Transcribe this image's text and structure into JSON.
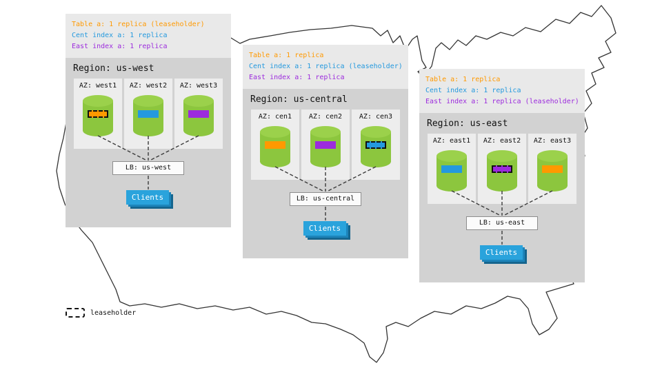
{
  "colors": {
    "orange": "#ff9900",
    "blue": "#2499de",
    "purple": "#9c2bdd",
    "green": "#8cc63e",
    "green_light": "#9bd14b",
    "clients_blue": "#2aa3dc"
  },
  "legend": {
    "label": "leaseholder"
  },
  "regions": [
    {
      "title": "Region: us-west",
      "replicas": [
        {
          "text": "Table a: 1 replica (leaseholder)",
          "color": "orange"
        },
        {
          "text": "Cent index a: 1 replica",
          "color": "blue"
        },
        {
          "text": "East index a: 1 replica",
          "color": "purple"
        }
      ],
      "azs": [
        {
          "label": "AZ: west1",
          "bar": "orange",
          "leaseholder": true
        },
        {
          "label": "AZ: west2",
          "bar": "blue",
          "leaseholder": false
        },
        {
          "label": "AZ: west3",
          "bar": "purple",
          "leaseholder": false
        }
      ],
      "lb": "LB: us-west",
      "clients": "Clients"
    },
    {
      "title": "Region: us-central",
      "replicas": [
        {
          "text": "Table a: 1 replica",
          "color": "orange"
        },
        {
          "text": "Cent index a: 1 replica (leaseholder)",
          "color": "blue"
        },
        {
          "text": "East index a: 1 replica",
          "color": "purple"
        }
      ],
      "azs": [
        {
          "label": "AZ: cen1",
          "bar": "orange",
          "leaseholder": false
        },
        {
          "label": "AZ: cen2",
          "bar": "purple",
          "leaseholder": false
        },
        {
          "label": "AZ: cen3",
          "bar": "blue",
          "leaseholder": true
        }
      ],
      "lb": "LB: us-central",
      "clients": "Clients"
    },
    {
      "title": "Region: us-east",
      "replicas": [
        {
          "text": "Table a: 1 replica",
          "color": "orange"
        },
        {
          "text": "Cent index a: 1 replica",
          "color": "blue"
        },
        {
          "text": "East index a: 1 replica (leaseholder)",
          "color": "purple"
        }
      ],
      "azs": [
        {
          "label": "AZ: east1",
          "bar": "blue",
          "leaseholder": false
        },
        {
          "label": "AZ: east2",
          "bar": "purple",
          "leaseholder": true
        },
        {
          "label": "AZ: east3",
          "bar": "orange",
          "leaseholder": false
        }
      ],
      "lb": "LB: us-east",
      "clients": "Clients"
    }
  ]
}
